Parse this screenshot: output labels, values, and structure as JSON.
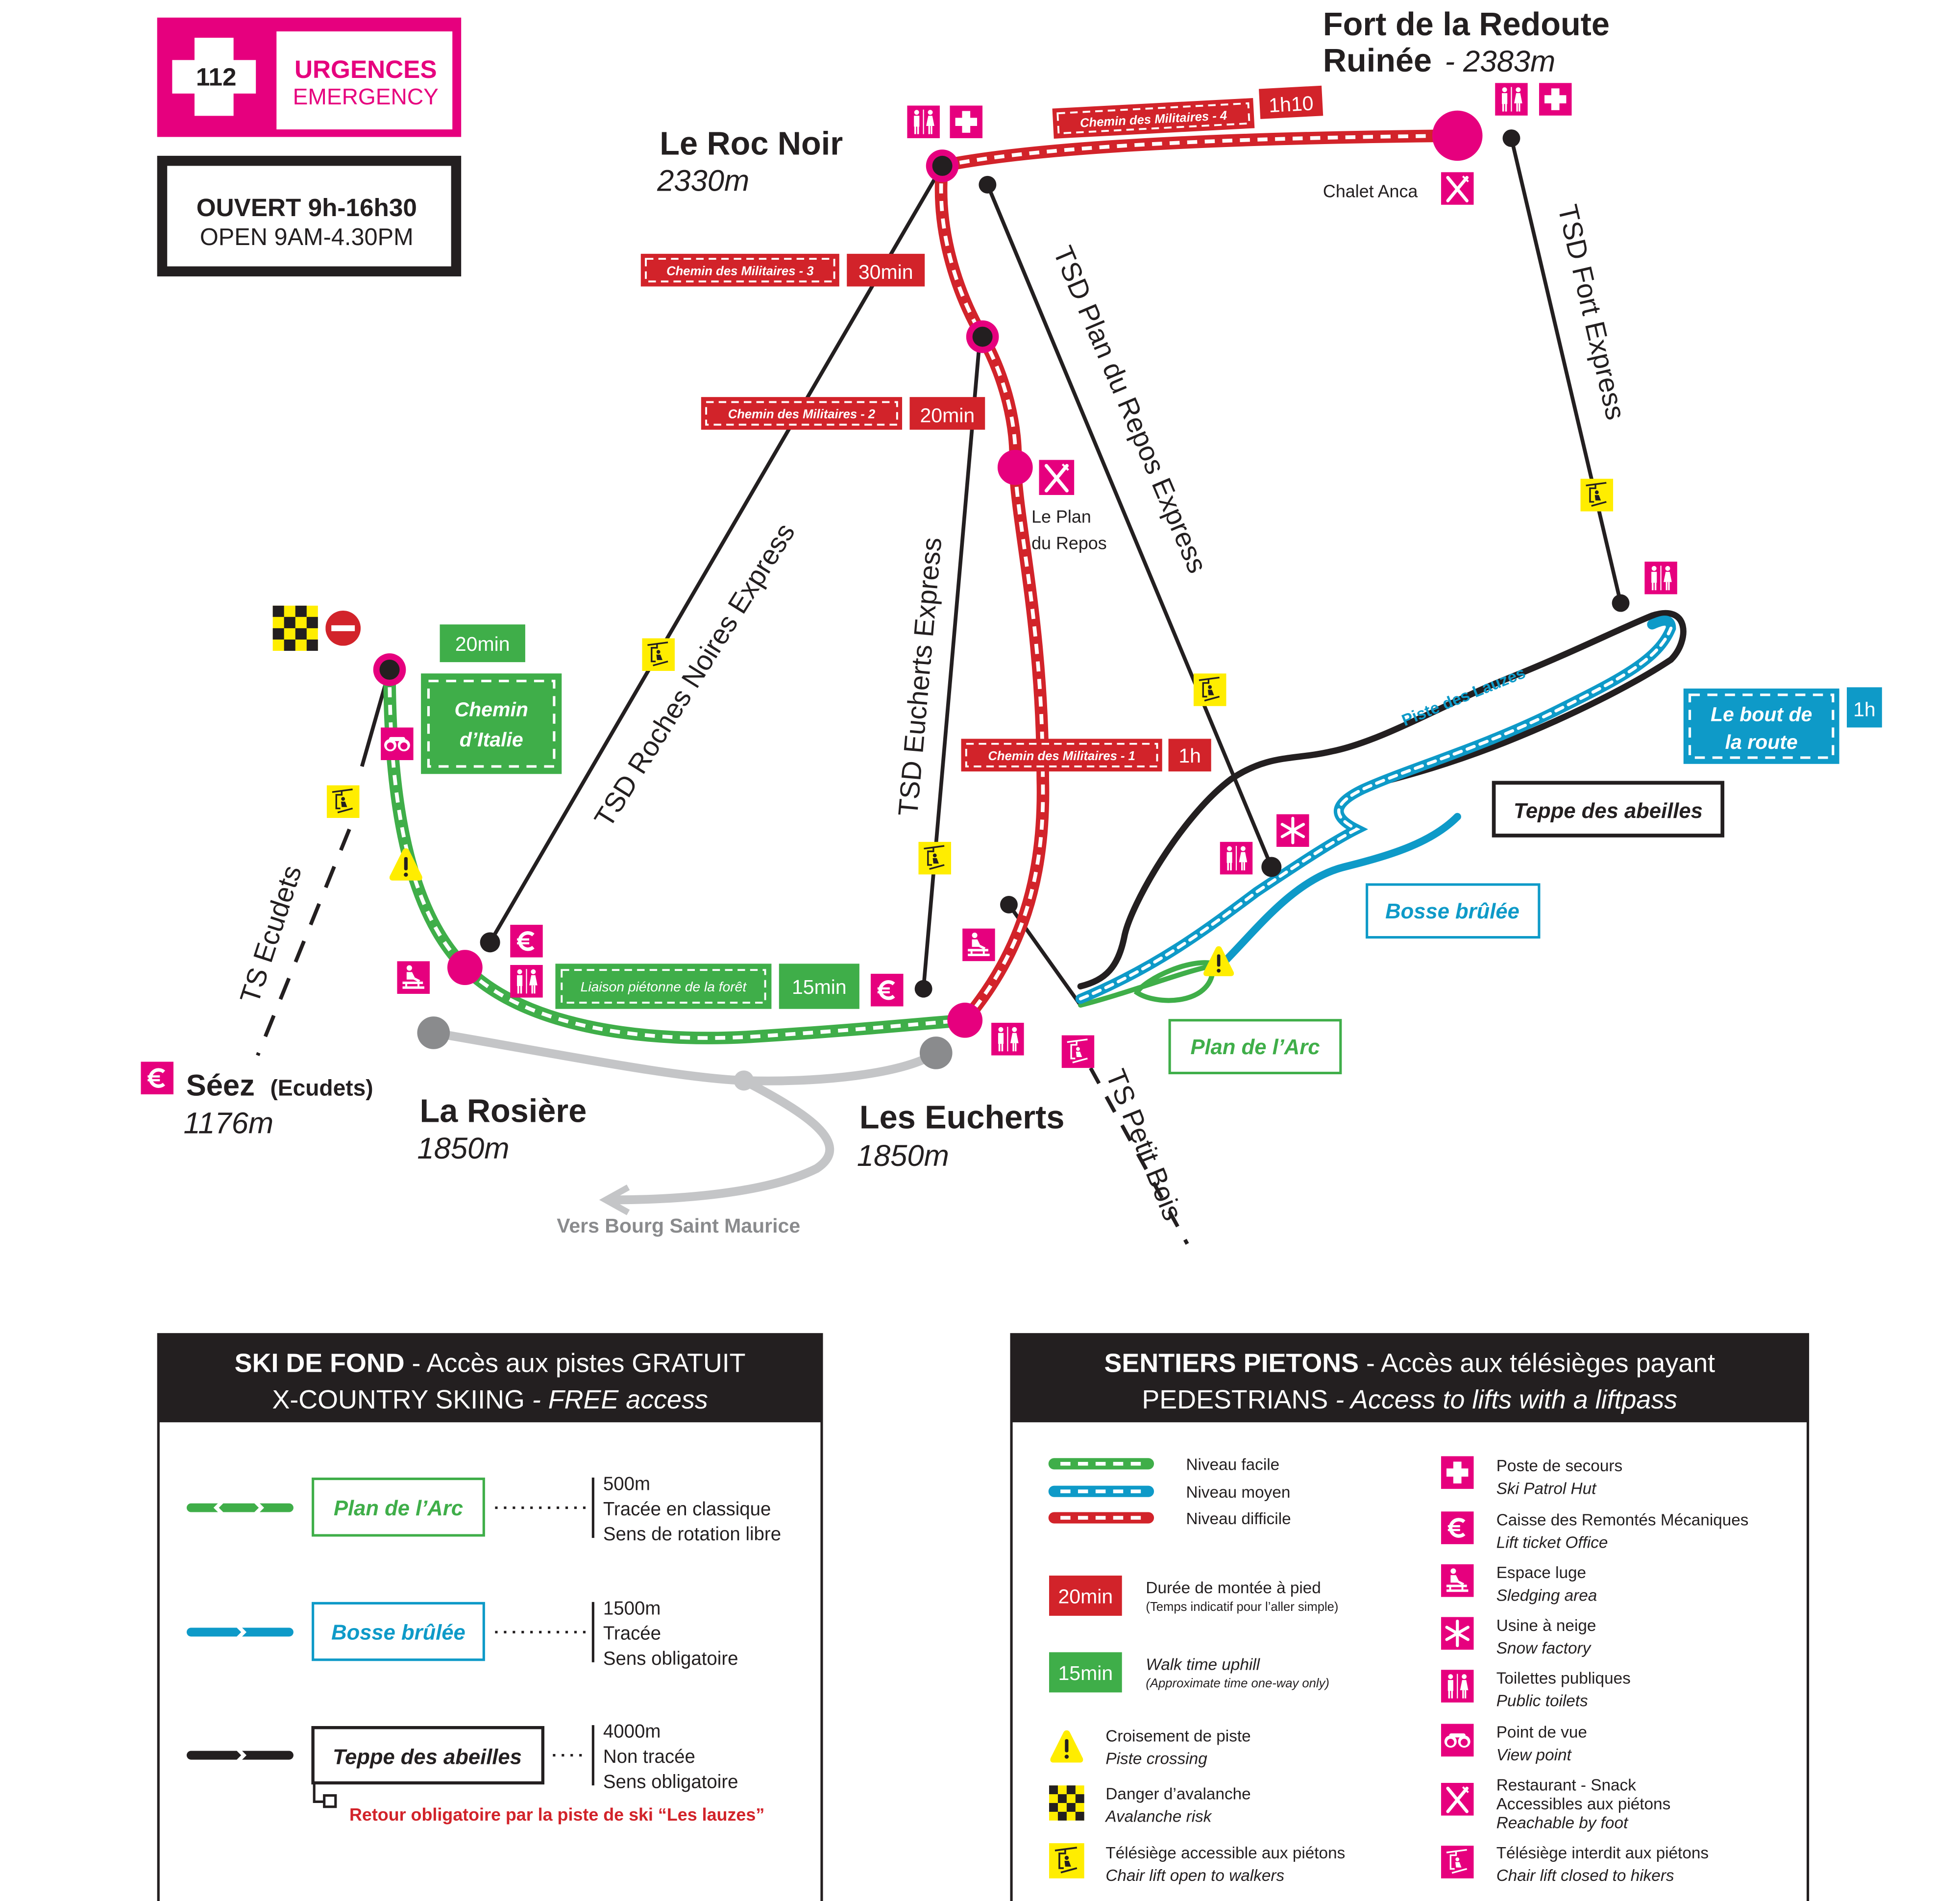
{
  "colors": {
    "magenta": "#e6007e",
    "red": "#d2232a",
    "green": "#3fae49",
    "blue": "#0e9ac8",
    "black": "#231f20",
    "yellow": "#ffed00",
    "gray": "#8a8b8d",
    "lightgray": "#c4c5c7"
  },
  "emergency": {
    "number": "112",
    "title": "URGENCES",
    "subtitle": "EMERGENCY"
  },
  "hours": {
    "fr": "OUVERT 9h-16h30",
    "en": "OPEN 9AM-4.30PM"
  },
  "places": {
    "roc_noir": {
      "name": "Le Roc Noir",
      "alt": "2330m"
    },
    "fort": {
      "name1": "Fort de la Redoute",
      "name2": "Ruinée",
      "alt": "- 2383m"
    },
    "chalet_anca": "Chalet Anca",
    "plan_repos": {
      "l1": "Le Plan",
      "l2": "du Repos"
    },
    "seez": {
      "name": "Séez",
      "sub": "(Ecudets)",
      "alt": "1176m"
    },
    "rosiere": {
      "name": "La Rosière",
      "alt": "1850m"
    },
    "eucherts": {
      "name": "Les Eucherts",
      "alt": "1850m"
    },
    "bourg": "Vers Bourg Saint Maurice"
  },
  "lifts": {
    "ecudets": "TS Ecudets",
    "roches_noires": "TSD Roches Noires Express",
    "eucherts": "TSD Eucherts Express",
    "plan_repos": "TSD Plan du Repos Express",
    "fort": "TSD Fort Express",
    "petit_bois": "TS Petit Bois"
  },
  "trails": {
    "cm4": {
      "label": "Chemin des Militaires - 4",
      "time": "1h10"
    },
    "cm3": {
      "label": "Chemin des Militaires - 3",
      "time": "30min"
    },
    "cm2": {
      "label": "Chemin des Militaires - 2",
      "time": "20min"
    },
    "cm1": {
      "label": "Chemin des Militaires - 1",
      "time": "1h"
    },
    "italie": {
      "l1": "Chemin",
      "l2": "d’Italie",
      "time": "20min"
    },
    "liaison": {
      "label": "Liaison piétonne de la forêt",
      "time": "15min"
    },
    "bout_route": {
      "l1": "Le bout de",
      "l2": "la route",
      "time": "1h"
    },
    "lauzes": "Piste des Lauzes",
    "teppe": "Teppe des abeilles",
    "bosse": "Bosse brûlée",
    "plan_arc": "Plan de l’Arc"
  },
  "ski_fond": {
    "title_bold": "SKI DE FOND",
    "title_rest": " - Accès aux pistes GRATUIT",
    "subtitle_a": "X-COUNTRY SKIING",
    "subtitle_b": " - FREE access",
    "items": [
      {
        "name": "Plan de l’Arc",
        "lines": [
          "500m",
          "Tracée en classique",
          "Sens de rotation libre"
        ]
      },
      {
        "name": "Bosse brûlée",
        "lines": [
          "1500m",
          "Tracée",
          "Sens obligatoire"
        ]
      },
      {
        "name": "Teppe des abeilles",
        "lines": [
          "4000m",
          "Non tracée",
          "Sens obligatoire"
        ]
      }
    ],
    "note": "Retour obligatoire par la piste de ski “Les lauzes”"
  },
  "pietons": {
    "title_bold": "SENTIERS PIETONS",
    "title_rest": " - Accès aux télésièges payant",
    "subtitle_a": "PEDESTRIANS",
    "subtitle_b": " - Access to lifts with a liftpass",
    "levels": [
      "Niveau facile",
      "Niveau moyen",
      "Niveau difficile"
    ],
    "duration": {
      "box": "20min",
      "l1": "Durée de montée à pied",
      "l2": "(Temps indicatif pour l’aller simple)"
    },
    "walk": {
      "box": "15min",
      "l1": "Walk time uphill",
      "l2": "(Approximate time one-way only)"
    },
    "left_icons": [
      {
        "icon": "warning-icon",
        "fr": "Croisement de piste",
        "en": "Piste crossing"
      },
      {
        "icon": "avalanche-icon",
        "fr": "Danger d’avalanche",
        "en": "Avalanche risk"
      },
      {
        "icon": "chairlift-open-icon",
        "fr": "Télésiège accessible aux piétons",
        "en": "Chair lift open to walkers"
      }
    ],
    "right_icons": [
      {
        "icon": "first-aid-icon",
        "fr": "Poste de secours",
        "en": "Ski Patrol Hut"
      },
      {
        "icon": "euro-icon",
        "fr": "Caisse des Remontés Mécaniques",
        "en": "Lift ticket Office"
      },
      {
        "icon": "sledge-icon",
        "fr": "Espace luge",
        "en": "Sledging area"
      },
      {
        "icon": "snowflake-icon",
        "fr": "Usine à neige",
        "en": "Snow factory"
      },
      {
        "icon": "toilets-icon",
        "fr": "Toilettes publiques",
        "en": "Public toilets"
      },
      {
        "icon": "binoculars-icon",
        "fr": "Point de vue",
        "en": "View point"
      },
      {
        "icon": "restaurant-icon",
        "fr": "Restaurant - Snack",
        "fr2": "Accessibles aux piétons",
        "en": "Reachable by foot"
      },
      {
        "icon": "chairlift-closed-icon",
        "fr": "Télésiège interdit aux piétons",
        "en": "Chair lift closed to hikers"
      }
    ]
  }
}
